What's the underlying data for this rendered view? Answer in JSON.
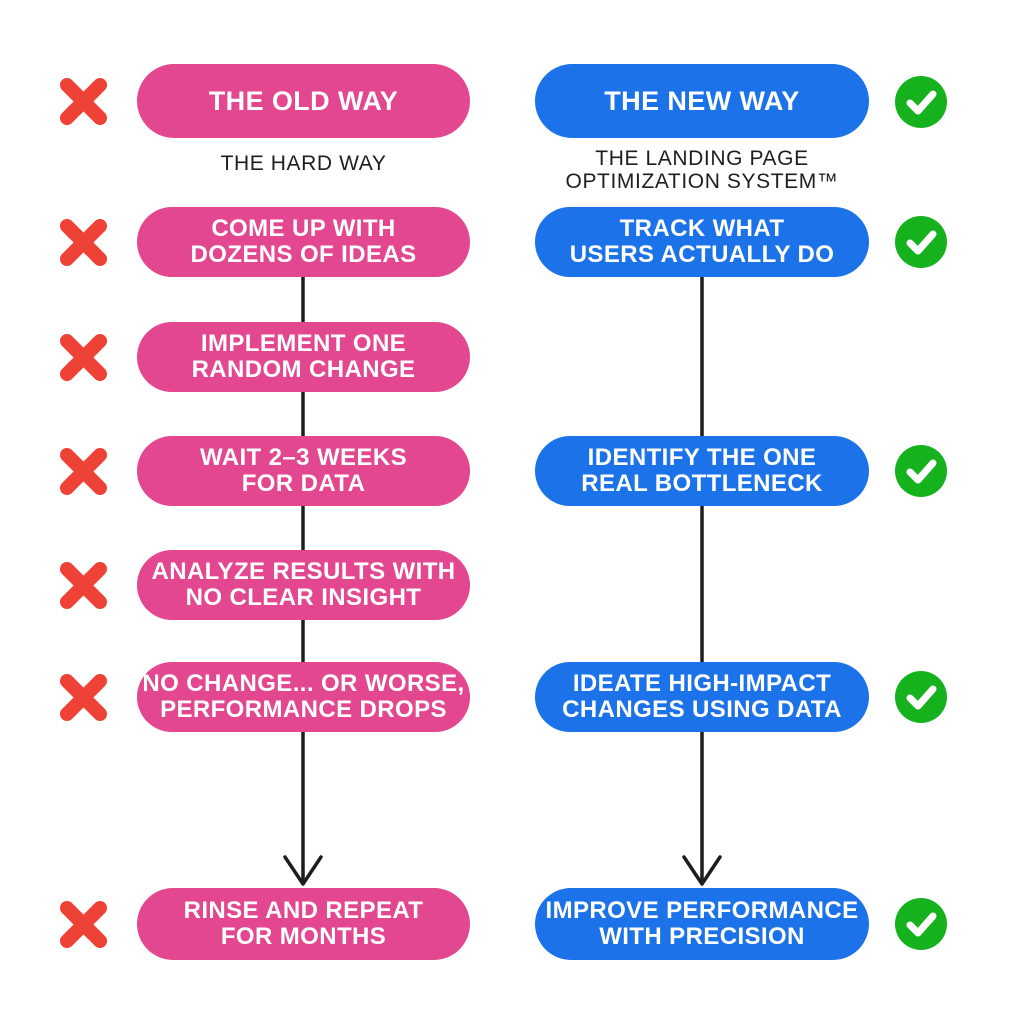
{
  "title": "Old way vs new way comparison diagram",
  "colors": {
    "old_pill": "#e2478f",
    "new_pill": "#1c72e8",
    "cross": "#ee4236",
    "check_circle": "#16b21e",
    "check_mark": "#ffffff",
    "pill_text": "#ffffff",
    "subtitle_text": "#1e1e1e",
    "arrow": "#1d1d1b",
    "background": "#ffffff"
  },
  "left_column": {
    "icon": "cross-icon",
    "header": {
      "label": "THE OLD WAY"
    },
    "subtitle": {
      "lines": [
        "THE HARD WAY"
      ]
    },
    "steps": [
      {
        "lines": [
          "COME UP WITH",
          "DOZENS OF IDEAS"
        ]
      },
      {
        "lines": [
          "IMPLEMENT ONE",
          "RANDOM CHANGE"
        ]
      },
      {
        "lines": [
          "WAIT 2–3 WEEKS",
          "FOR DATA"
        ]
      },
      {
        "lines": [
          "ANALYZE RESULTS WITH",
          "NO CLEAR INSIGHT"
        ]
      },
      {
        "lines": [
          "NO CHANGE... OR WORSE,",
          "PERFORMANCE DROPS"
        ]
      },
      {
        "lines": [
          "RINSE AND REPEAT",
          "FOR MONTHS"
        ]
      }
    ]
  },
  "right_column": {
    "icon": "check-icon",
    "header": {
      "label": "THE NEW WAY"
    },
    "subtitle": {
      "lines": [
        "THE LANDING PAGE",
        "OPTIMIZATION SYSTEM™"
      ]
    },
    "steps": [
      {
        "lines": [
          "TRACK WHAT",
          "USERS ACTUALLY DO"
        ]
      },
      {
        "lines": [
          "IDENTIFY THE ONE",
          "REAL BOTTLENECK"
        ]
      },
      {
        "lines": [
          "IDEATE HIGH-IMPACT",
          "CHANGES USING DATA"
        ]
      },
      {
        "lines": [
          "IMPROVE PERFORMANCE",
          "WITH PRECISION"
        ]
      }
    ]
  }
}
